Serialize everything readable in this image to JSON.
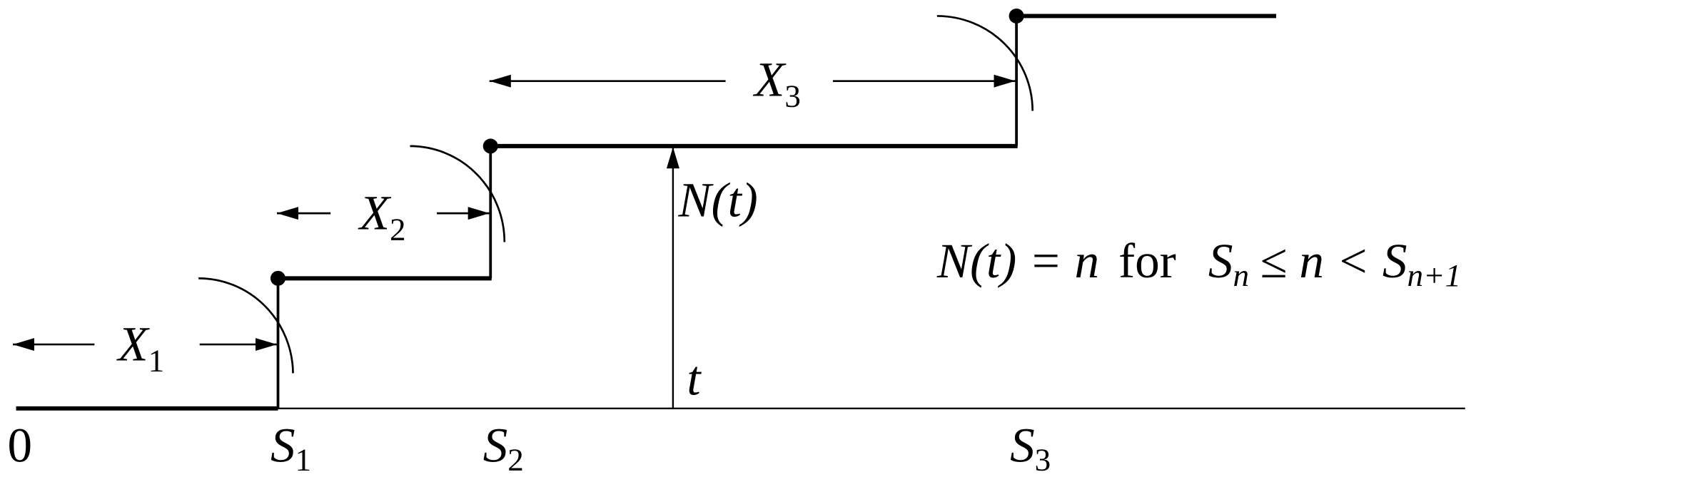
{
  "title": "Counting process N(t) with arrival times S_n and interarrival times X_n",
  "colors": {
    "ink": "#000000",
    "background": "#ffffff"
  },
  "labels": {
    "origin": "0",
    "s1": "S",
    "s1_sub": "1",
    "s2": "S",
    "s2_sub": "2",
    "s3": "S",
    "s3_sub": "3",
    "x1": "X",
    "x1_sub": "1",
    "x2": "X",
    "x2_sub": "2",
    "x3": "X",
    "x3_sub": "3",
    "nt": "N(t)",
    "t": "t"
  },
  "formula": {
    "lhs": "N(t) = n",
    "for": "for",
    "sn": "S",
    "sn_sub": "n",
    "rel": "≤ n <",
    "sn1": "S",
    "sn1_sub": "n+1"
  }
}
